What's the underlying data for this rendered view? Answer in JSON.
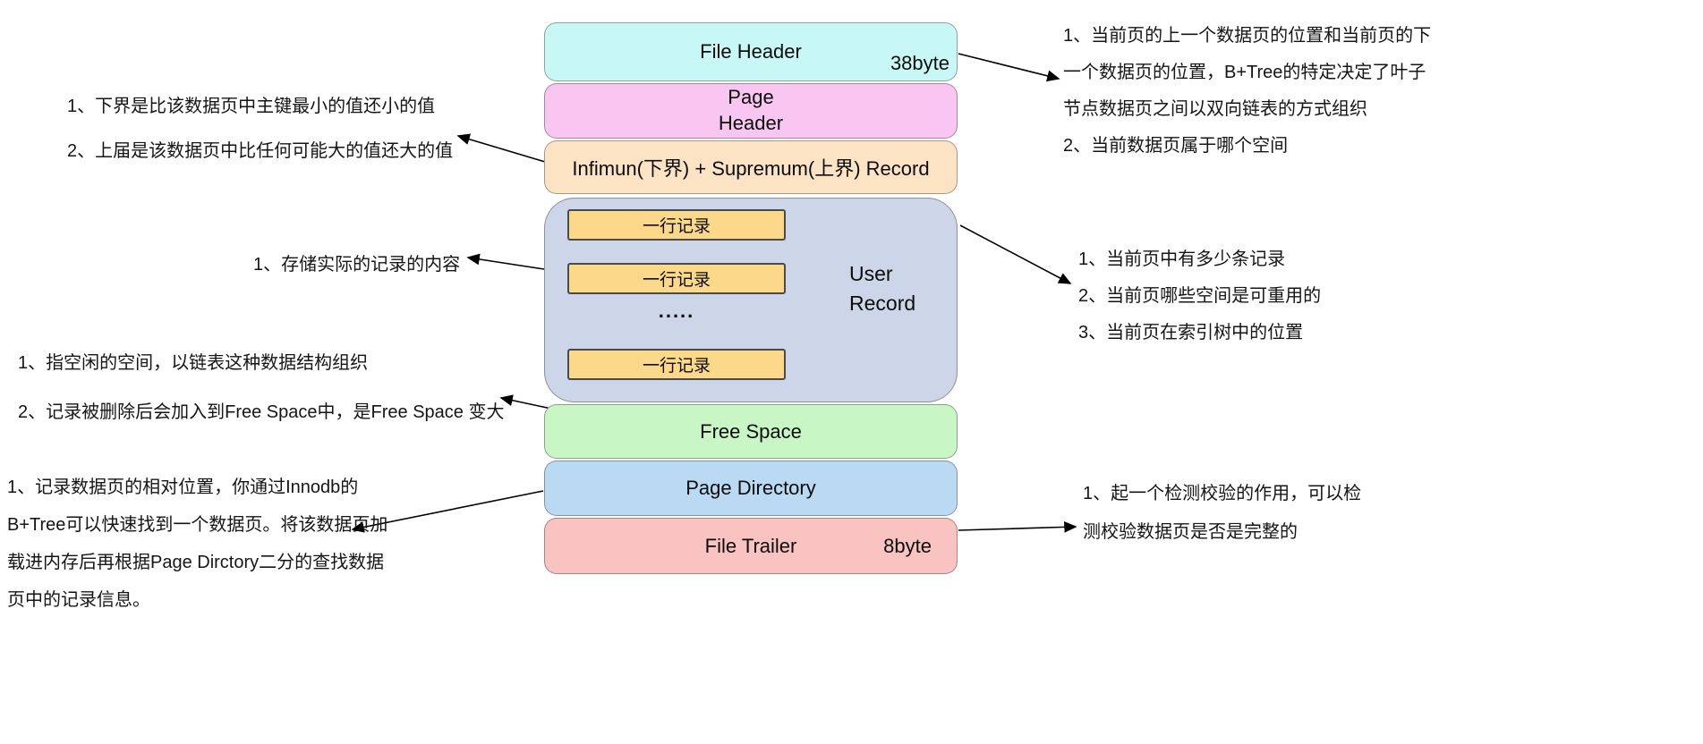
{
  "blocks": {
    "file_header": {
      "label": "File Header",
      "size": "38byte",
      "color": "#c8f8f6"
    },
    "page_header": {
      "lines": [
        "Page",
        "Header"
      ],
      "color": "#f9c6f1"
    },
    "infimum": {
      "label": "Infimun(下界) + Supremum(上界) Record",
      "color": "#fbe3c4"
    },
    "user_record": {
      "lines": [
        "User",
        "Record"
      ],
      "rows": [
        "一行记录",
        "一行记录",
        "一行记录"
      ],
      "ellipsis": ".....",
      "color": "#cdd6e8",
      "row_color": "#fbd88a"
    },
    "free_space": {
      "label": "Free Space",
      "color": "#c9f6c5"
    },
    "page_directory": {
      "label": "Page Directory",
      "color": "#badaf4"
    },
    "file_trailer": {
      "label": "File Trailer",
      "size": "8byte",
      "color": "#f8c3c1"
    }
  },
  "annotations": {
    "infimum_left": {
      "lines": [
        "1、下界是比该数据页中主键最小的值还小的值",
        "2、上届是该数据页中比任何可能大的值还大的值"
      ]
    },
    "user_record_left": {
      "lines": [
        "1、存储实际的记录的内容"
      ]
    },
    "free_space_left": {
      "lines": [
        "1、指空闲的空间，以链表这种数据结构组织",
        "2、记录被删除后会加入到Free Space中，是Free Space 变大"
      ]
    },
    "page_directory_left": {
      "lines": [
        "1、记录数据页的相对位置，你通过Innodb的",
        "B+Tree可以快速找到一个数据页。将该数据页加",
        "载进内存后再根据Page Dirctory二分的查找数据",
        "页中的记录信息。"
      ]
    },
    "file_header_right": {
      "lines": [
        "1、当前页的上一个数据页的位置和当前页的下",
        "一个数据页的位置，B+Tree的特定决定了叶子",
        "节点数据页之间以双向链表的方式组织",
        "2、当前数据页属于哪个空间"
      ]
    },
    "page_header_right": {
      "lines": [
        "1、当前页中有多少条记录",
        "2、当前页哪些空间是可重用的",
        "3、当前页在索引树中的位置"
      ]
    },
    "file_trailer_right": {
      "lines": [
        "1、起一个检测校验的作用，可以检",
        "测校验数据页是否是完整的"
      ]
    }
  }
}
